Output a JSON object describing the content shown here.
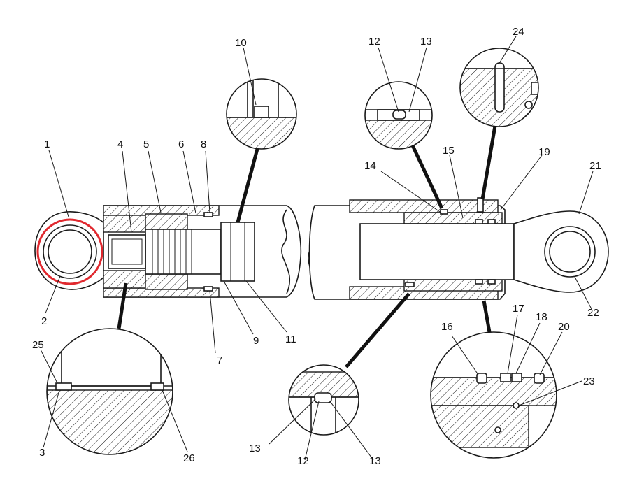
{
  "labels": {
    "l1": "1",
    "l2": "2",
    "l3": "3",
    "l4": "4",
    "l5": "5",
    "l6": "6",
    "l7": "7",
    "l8": "8",
    "l9": "9",
    "l10": "10",
    "l11": "11",
    "l12a": "12",
    "l12b": "12",
    "l13a": "13",
    "l13b": "13",
    "l13c": "13",
    "l14": "14",
    "l15": "15",
    "l16": "16",
    "l17": "17",
    "l18": "18",
    "l19": "19",
    "l20": "20",
    "l21": "21",
    "l22": "22",
    "l23": "23",
    "l24": "24",
    "l25": "25",
    "l26": "26"
  },
  "highlight_color": "#e0282e",
  "line_color": "#1a1a1a"
}
